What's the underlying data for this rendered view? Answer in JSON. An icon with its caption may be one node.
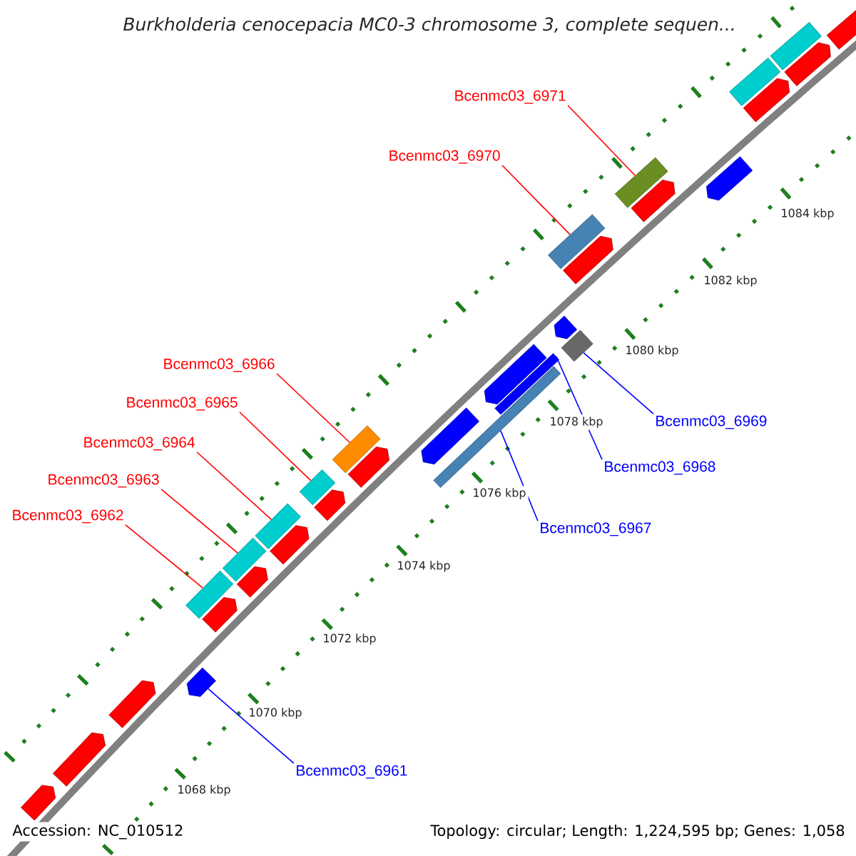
{
  "diagram": {
    "title": "Burkholderia cenocepacia MC0-3 chromosome 3, complete sequen...",
    "nodes": [
      {
        "text": [
          "Bcenmc03_6971"
        ]
      },
      {
        "text": [
          "Bcenmc03_6970"
        ]
      },
      {
        "text": [
          "Bcenmc03_6966"
        ]
      },
      {
        "text": [
          "Bcenmc03_6965"
        ]
      },
      {
        "text": [
          "Bcenmc03_6969"
        ]
      },
      {
        "text": [
          "Bcenmc03_6964"
        ]
      },
      {
        "text": [
          "Bcenmc03_6968"
        ]
      },
      {
        "text": [
          "Bcenmc03_6963"
        ]
      },
      {
        "text": [
          "Bcenmc03_6962"
        ]
      },
      {
        "text": [
          "Bcenmc03_6967"
        ]
      },
      {
        "text": [
          "Bcenmc03_6961"
        ]
      },
      {
        "text": [],
        "shape": "bar"
      },
      {
        "text": [],
        "shape": "bar"
      },
      {
        "text": [],
        "shape": "bar"
      },
      {
        "text": [],
        "shape": "bar"
      },
      {
        "text": [],
        "shape": "bar"
      },
      {
        "text": [],
        "shape": "bar"
      },
      {
        "text": [],
        "shape": "bar"
      },
      {
        "text": [],
        "shape": "bar"
      },
      {
        "text": [],
        "shape": "bar"
      },
      {
        "text": [],
        "shape": "bar"
      },
      {
        "text": [],
        "shape": "bar"
      },
      {
        "text": [],
        "shape": "bar"
      },
      {
        "text": [],
        "shape": "bar"
      },
      {
        "text": [],
        "shape": "bar"
      },
      {
        "text": [],
        "shape": "bar"
      },
      {
        "text": [],
        "shape": "bar"
      },
      {
        "text": [],
        "shape": "bar"
      },
      {
        "text": [],
        "shape": "bar"
      },
      {
        "text": [],
        "shape": "bar"
      },
      {
        "text": [],
        "shape": "bar"
      },
      {
        "text": [],
        "shape": "bar"
      },
      {
        "text": [],
        "shape": "bar"
      },
      {
        "text": [],
        "shape": "bar"
      },
      {
        "text": [],
        "shape": "bar"
      },
      {
        "text": [],
        "shape": "bar"
      },
      {
        "text": [],
        "shape": "bar"
      },
      {
        "text": [],
        "shape": "bar"
      },
      {
        "text": [],
        "shape": "bar"
      },
      {
        "text": [],
        "shape": "bar"
      },
      {
        "text": [],
        "shape": "bar"
      }
    ],
    "edges": [
      {
        "from": 0,
        "to": 16,
        "arrow": "none"
      },
      {
        "from": 1,
        "to": 19,
        "arrow": "none"
      },
      {
        "from": 2,
        "to": 27,
        "arrow": "none"
      },
      {
        "from": 3,
        "to": 29,
        "arrow": "none"
      },
      {
        "from": 4,
        "to": 22,
        "arrow": "none",
        "color": "#0000ff"
      },
      {
        "from": 5,
        "to": 31,
        "arrow": "none"
      },
      {
        "from": 6,
        "to": 24,
        "arrow": "none",
        "color": "#0000ff"
      },
      {
        "from": 7,
        "to": 33,
        "arrow": "none"
      },
      {
        "from": 8,
        "to": 35,
        "arrow": "none"
      },
      {
        "from": 9,
        "to": 25,
        "arrow": "none",
        "color": "#0000ff"
      },
      {
        "from": 10,
        "to": 37,
        "arrow": "none",
        "color": "#0000ff"
      }
    ],
    "labels": [
      "1084 kbp",
      "1082 kbp",
      "1080 kbp",
      "1078 kbp",
      "1076 kbp",
      "1074 kbp",
      "1072 kbp",
      "1070 kbp",
      "1068 kbp",
      "Accession: NC_010512",
      "Topology: circular; Length: 1,224,595 bp; Genes: 1,058"
    ]
  }
}
